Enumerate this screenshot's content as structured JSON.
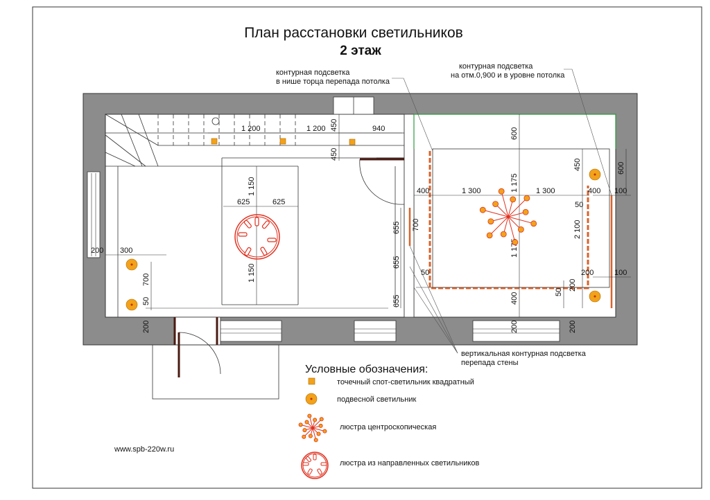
{
  "title": {
    "line1": "План расстановки светильников",
    "line2": "2 этаж"
  },
  "callouts": {
    "niche_line1": "контурная подсветка",
    "niche_line2": "в нише торца перепада потолка",
    "level_line1": "контурная подсветка",
    "level_line2": "на отм.0,900 и в уровне потолка",
    "vertical_line1": "вертикальная контурная подсветка",
    "vertical_line2": "перепада стены"
  },
  "dimensions": {
    "top_1200_a": "1 200",
    "top_1200_b": "1 200",
    "top_450": "450",
    "top_940": "940",
    "stair_450": "450",
    "l_1150_top": "1 150",
    "l_625_a": "625",
    "l_625_b": "625",
    "l_1150_bot": "1 150",
    "l_200": "200",
    "l_300": "300",
    "l_700": "700",
    "l_50": "50",
    "l_200_bottom": "200",
    "m_655_a": "655",
    "m_655_b": "655",
    "m_655_c": "655",
    "m_700": "700",
    "m_50": "50",
    "r_600_top": "600",
    "r_450": "450",
    "r_600_right": "600",
    "r_100_a": "100",
    "r_400_left": "400",
    "r_1300_a": "1 300",
    "r_1300_b": "1 300",
    "r_400_right": "400",
    "r_1175_top": "1 175",
    "r_50": "50",
    "r_2100": "2 100",
    "r_1175_bot": "1 175",
    "r_200_mid": "200",
    "r_100_b": "100",
    "r_400_bot": "400",
    "r_50_bot": "50",
    "r_200_bot": "200",
    "r_200_win": "200",
    "r_200_edge": "200"
  },
  "legend": {
    "heading": "Условные обозначения:",
    "items": [
      {
        "icon": "square-spot-icon",
        "label": "точечный спот-светильник квадратный"
      },
      {
        "icon": "pendant-light-icon",
        "label": "подвесной светильник"
      },
      {
        "icon": "centroscopic-chandelier-icon",
        "label": "люстра центроскопическая"
      },
      {
        "icon": "directional-chandelier-icon",
        "label": "люстра из направленных светильников"
      }
    ]
  },
  "website": "www.spb-220w.ru",
  "colors": {
    "wall": "#8c8c8c",
    "spot_fill": "#f2a21b",
    "contour": "#d9622b",
    "chandelier": "#e0301e",
    "door": "#4a1a10",
    "green": "#2a9a3a"
  }
}
